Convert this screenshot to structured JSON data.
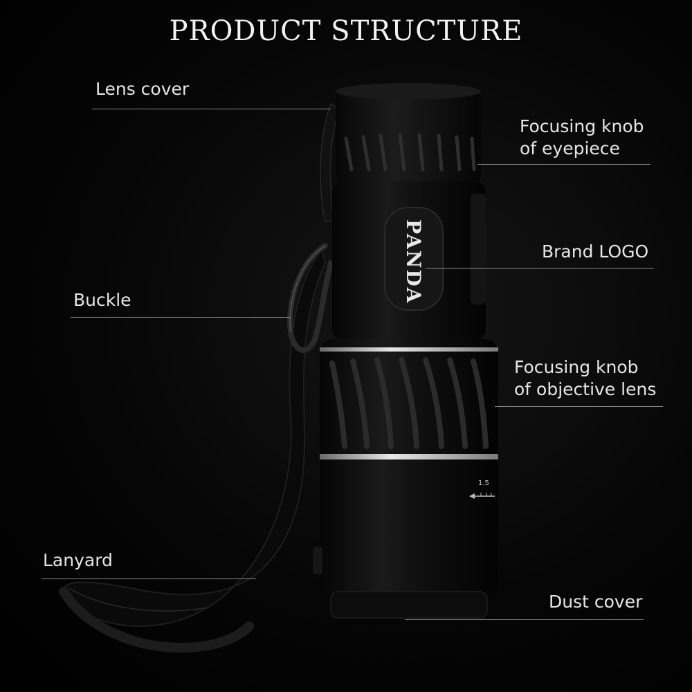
{
  "title": "PRODUCT STRUCTURE",
  "brand_logo_text": "PANDA",
  "scale_text": "1.5",
  "labels": {
    "lens_cover": "Lens cover",
    "focus_eyepiece_line1": "Focusing knob",
    "focus_eyepiece_line2": "of eyepiece",
    "brand_logo": "Brand LOGO",
    "buckle": "Buckle",
    "focus_objective_line1": "Focusing knob",
    "focus_objective_line2": "of objective lens",
    "lanyard": "Lanyard",
    "dust_cover": "Dust cover"
  },
  "colors": {
    "background": "#000000",
    "text": "#e6e6e6",
    "leader_line": "#8a8a8a",
    "body": "#0b0b0b",
    "silver_ring": "#cfcfcf"
  }
}
